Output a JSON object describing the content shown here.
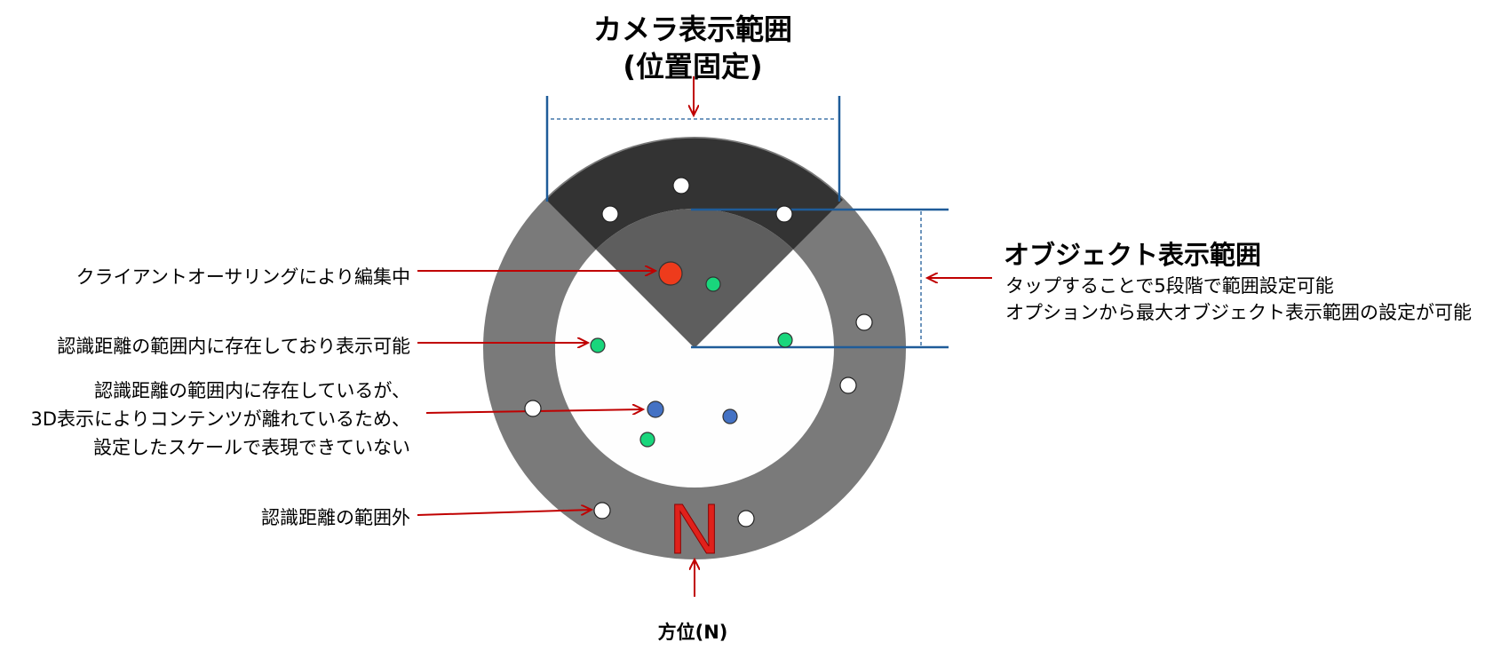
{
  "camera_range": {
    "title_line1": "カメラ表示範囲",
    "title_line2": "(位置固定)"
  },
  "object_range": {
    "title": "オブジェクト表示範囲",
    "desc_line1": "タップすることで5段階で範囲設定可能",
    "desc_line2": "オプションから最大オブジェクト表示範囲の設定が可能"
  },
  "legend": {
    "editing": "クライアントオーサリングにより編集中",
    "visible": "認識距離の範囲内に存在しており表示可能",
    "in_range_3d_line1": "認識距離の範囲内に存在しているが、",
    "in_range_3d_line2": "3D表示によりコンテンツが離れているため、",
    "in_range_3d_line3": "設定したスケールで表現できていない",
    "out_of_range": "認識距離の範囲外"
  },
  "direction": {
    "glyph": "N",
    "label": "方位(N)"
  },
  "colors": {
    "outer_ring": "#7a7a7a",
    "camera_sector_outer": "#333333",
    "camera_sector_inner": "#5e5e5e",
    "inner_disc": "#ffffff",
    "editing_dot": "#ee3b1c",
    "visible_dot": "#19d67c",
    "in_range_3d_dot": "#4472c4",
    "out_dot": "#ffffff",
    "bracket": "#1f5c99",
    "arrow": "#c00000",
    "north": "#e0211b"
  }
}
